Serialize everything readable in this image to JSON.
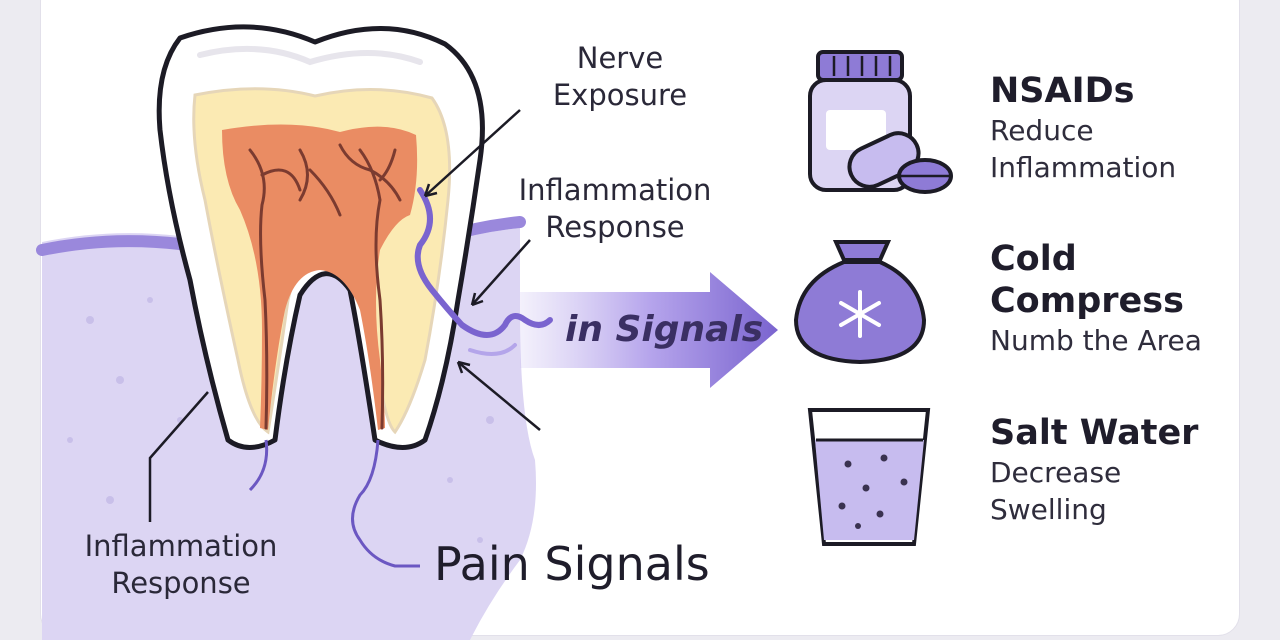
{
  "labels": {
    "nerve_exposure": [
      "Nerve",
      "Exposure"
    ],
    "inflammation_top": [
      "Inflammation",
      "Response"
    ],
    "arrow_text": "in Signals",
    "inflammation_left": [
      "Inflammation",
      "Response"
    ],
    "pain_signals": "Pain Signals"
  },
  "treatments": [
    {
      "title": "NSAIDs",
      "desc": [
        "Reduce",
        "Inflammation"
      ],
      "icon": "pill-bottle-icon"
    },
    {
      "title": [
        "Cold",
        "Compress"
      ],
      "desc": [
        "Numb the Area"
      ],
      "icon": "ice-pack-icon"
    },
    {
      "title": "Salt Water",
      "desc": [
        "Decrease",
        "Swelling"
      ],
      "icon": "water-glass-icon"
    }
  ],
  "colors": {
    "accent": "#7b67cf",
    "gum": "#dcd5f3",
    "gum_edge": "#9a88dc",
    "dentin": "#fbeab3",
    "pulp": "#ea8c63",
    "nerve": "#7b3b30",
    "outline": "#1c1b25"
  }
}
